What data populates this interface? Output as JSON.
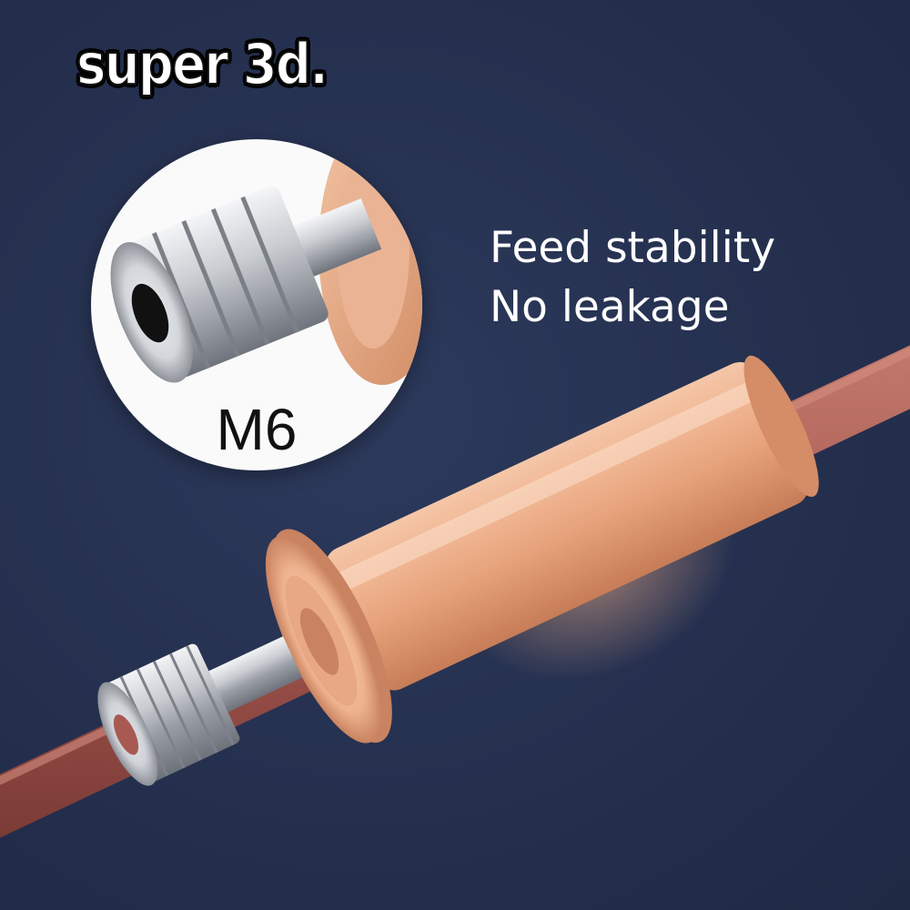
{
  "brand": {
    "logo_text": "super 3d."
  },
  "features": {
    "line1": "Feed stability",
    "line2": "No leakage"
  },
  "detail": {
    "thread_label": "M6"
  },
  "colors": {
    "background": "#25304f",
    "copper": "#e3a27f",
    "steel": "#c9ccd0",
    "tube": "#a85a52"
  }
}
